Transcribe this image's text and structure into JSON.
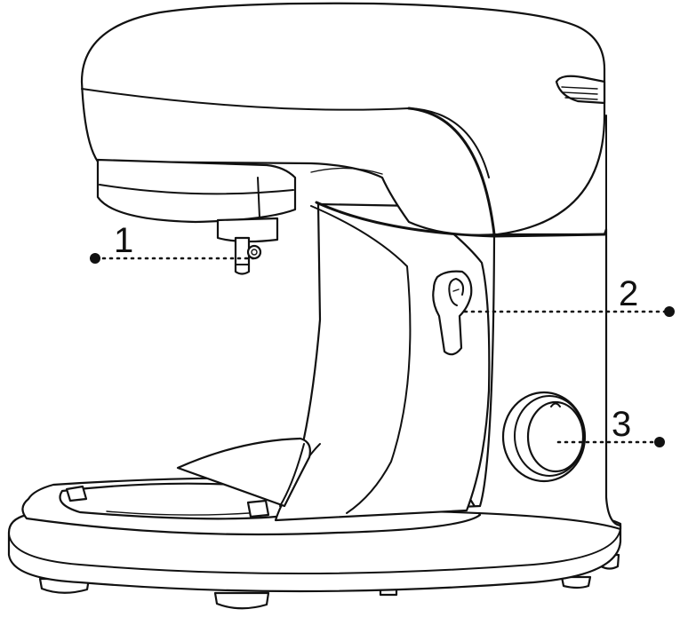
{
  "callouts": [
    {
      "number": "1",
      "part": "beater-shaft"
    },
    {
      "number": "2",
      "part": "head-lock-lever"
    },
    {
      "number": "3",
      "part": "speed-control-knob"
    }
  ],
  "colors": {
    "line": "#111111",
    "background": "#ffffff"
  }
}
